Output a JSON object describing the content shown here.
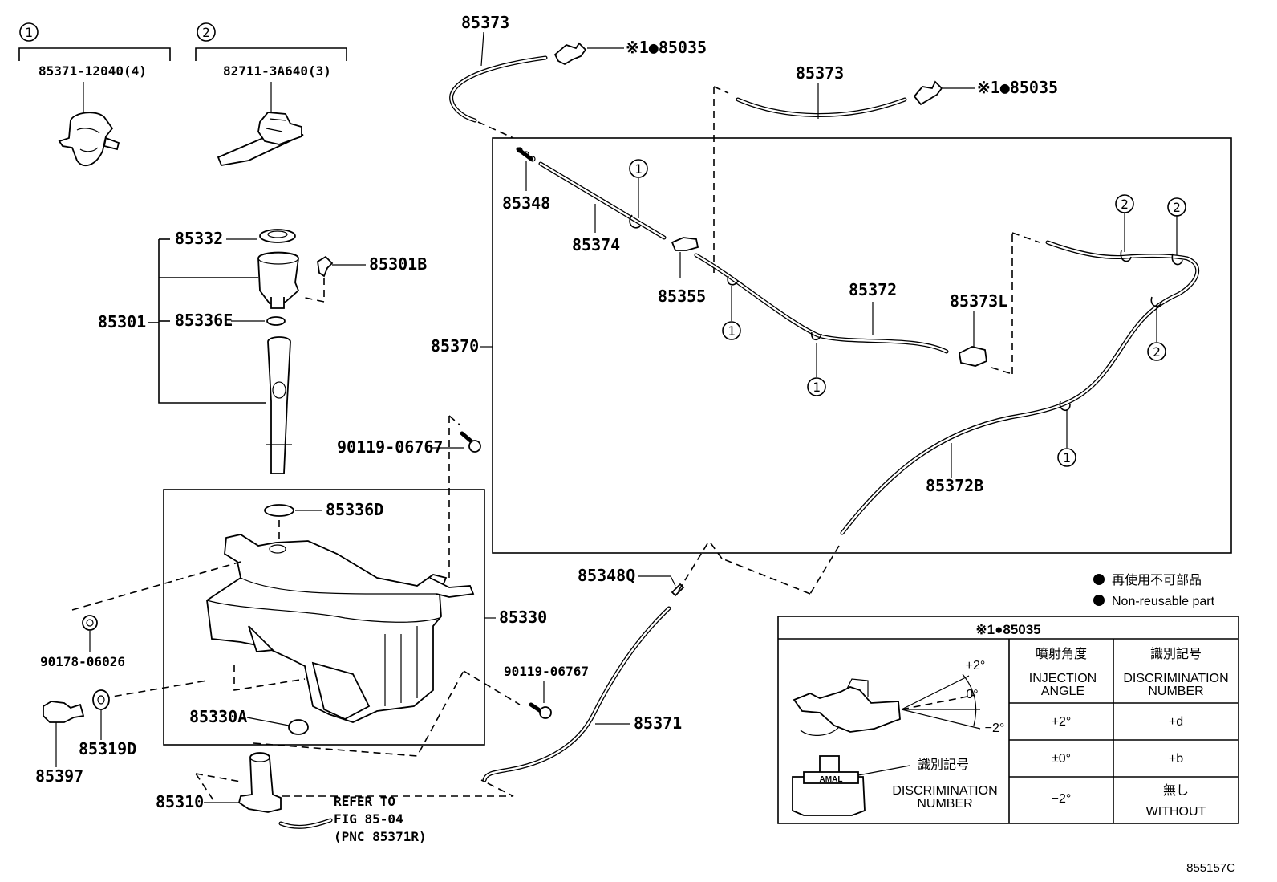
{
  "kits": [
    {
      "index": "1",
      "pnc": "85371-12040(4)"
    },
    {
      "index": "2",
      "pnc": "82711-3A640(3)"
    }
  ],
  "callout_circle_1": "1",
  "callout_circle_2": "2",
  "labels": {
    "p85373_a": "85373",
    "p85035_a": "※1●85035",
    "p85373_b": "85373",
    "p85035_b": "※1●85035",
    "p85332": "85332",
    "p85301B": "85301B",
    "p85301": "85301",
    "p85336E": "85336E",
    "p85348": "85348",
    "p85374": "85374",
    "p85355": "85355",
    "p85372": "85372",
    "p85373L": "85373L",
    "p85370": "85370",
    "p85372B": "85372B",
    "p90119_a": "90119-06767",
    "p85336D": "85336D",
    "p90178": "90178-06026",
    "p85330": "85330",
    "p90119_b": "90119-06767",
    "p85330A": "85330A",
    "p85319D": "85319D",
    "p85397": "85397",
    "p85310": "85310",
    "p85348Q": "85348Q",
    "p85371": "85371",
    "refer_1": "REFER TO",
    "refer_2": "FIG 85-04",
    "refer_3": "(PNC 85371R)"
  },
  "legend": {
    "jp": "再使用不可部品",
    "en": "Non-reusable part"
  },
  "table": {
    "title": "※1●85035",
    "col1_jp": "噴射角度",
    "col1_en1": "INJECTION",
    "col1_en2": "ANGLE",
    "col2_jp": "識別記号",
    "col2_en1": "DISCRIMINATION",
    "col2_en2": "NUMBER",
    "angle_plus": "+2°",
    "angle_zero": "0°",
    "angle_minus": "−2°",
    "marking": "AMAL",
    "disc_jp": "識別記号",
    "disc_en1": "DISCRIMINATION",
    "disc_en2": "NUMBER",
    "rows": [
      {
        "angle": "+2°",
        "mark": "+d"
      },
      {
        "angle": "±0°",
        "mark": "+b"
      },
      {
        "angle": "−2°",
        "mark": "無し",
        "mark_en": "WITHOUT"
      }
    ]
  },
  "figure_id": "855157C"
}
